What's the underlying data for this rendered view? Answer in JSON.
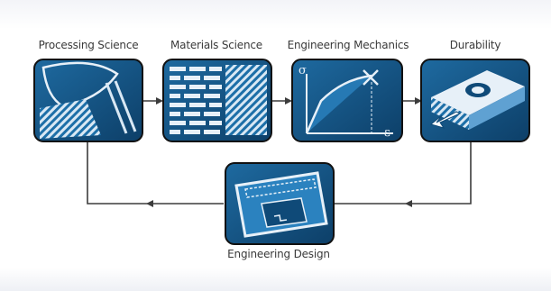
{
  "diagram": {
    "stages": [
      {
        "label": "Processing Science",
        "icon": "processing-science-icon"
      },
      {
        "label": "Materials Science",
        "icon": "materials-science-icon"
      },
      {
        "label": "Engineering Mechanics",
        "icon": "engineering-mechanics-icon",
        "axis_y": "σ",
        "axis_x": "ε"
      },
      {
        "label": "Durability",
        "icon": "durability-icon"
      }
    ],
    "design": {
      "label": "Engineering Design",
      "icon": "engineering-design-icon"
    },
    "colors": {
      "tile_dark": "#0f4a78",
      "tile_light": "#1d6fa8",
      "tile_border": "#111111",
      "line": "#3c3c3c",
      "text": "#3a3a3a"
    }
  }
}
